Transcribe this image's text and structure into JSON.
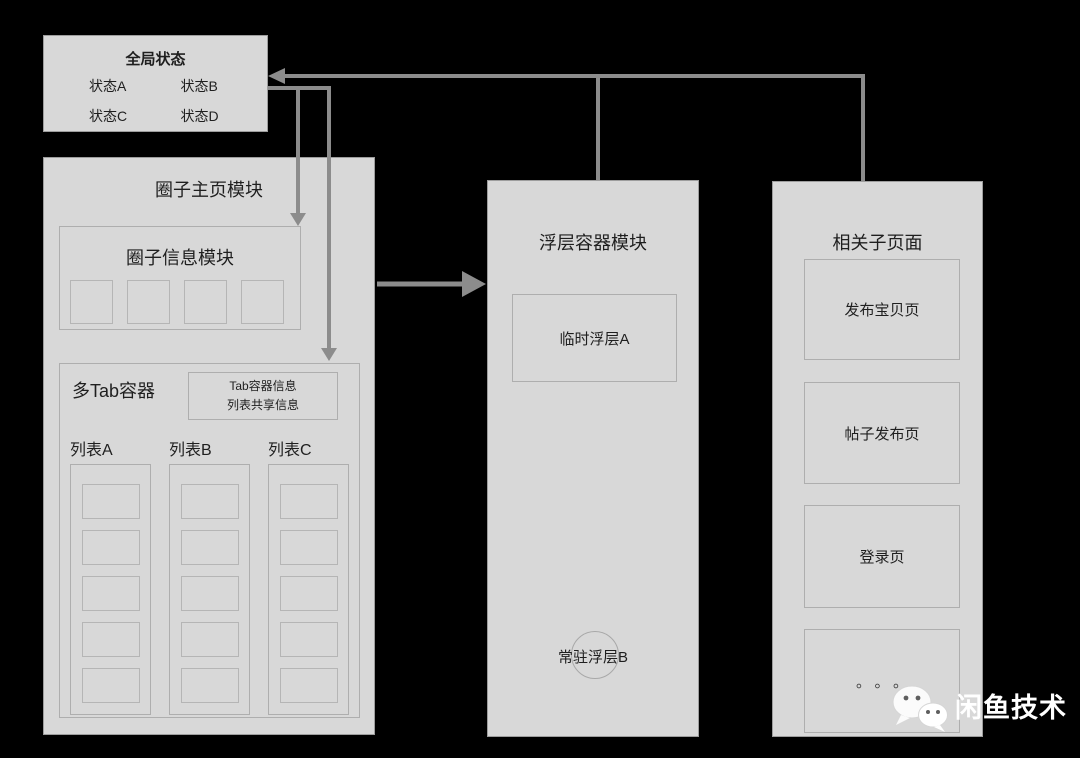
{
  "global_state": {
    "title": "全局状态",
    "states": [
      "状态A",
      "状态B",
      "状态C",
      "状态D"
    ]
  },
  "circle_home": {
    "title": "圈子主页模块",
    "circle_info": {
      "title": "圈子信息模块",
      "placeholder_count": 4
    },
    "multi_tab": {
      "title": "多Tab容器",
      "info_box": {
        "line1": "Tab容器信息",
        "line2": "列表共享信息"
      },
      "lists": [
        {
          "label": "列表A",
          "cell_count": 5
        },
        {
          "label": "列表B",
          "cell_count": 5
        },
        {
          "label": "列表C",
          "cell_count": 5
        }
      ]
    }
  },
  "float_container": {
    "title": "浮层容器模块",
    "temp_layer": "临时浮层A",
    "resident_layer": "常驻浮层B"
  },
  "related_pages": {
    "title": "相关子页面",
    "pages": [
      "发布宝贝页",
      "帖子发布页",
      "登录页",
      "。。。"
    ]
  },
  "watermark": {
    "label": "闲鱼技术",
    "icon": "wechat-logo"
  },
  "colors": {
    "background": "#000000",
    "panel_fill": "#d8d8d8",
    "panel_border": "#9d9d9d",
    "inner_border": "#aeaeae",
    "arrow": "#8c8c8c",
    "text": "#1f1f1f",
    "watermark_text": "#ffffff"
  }
}
